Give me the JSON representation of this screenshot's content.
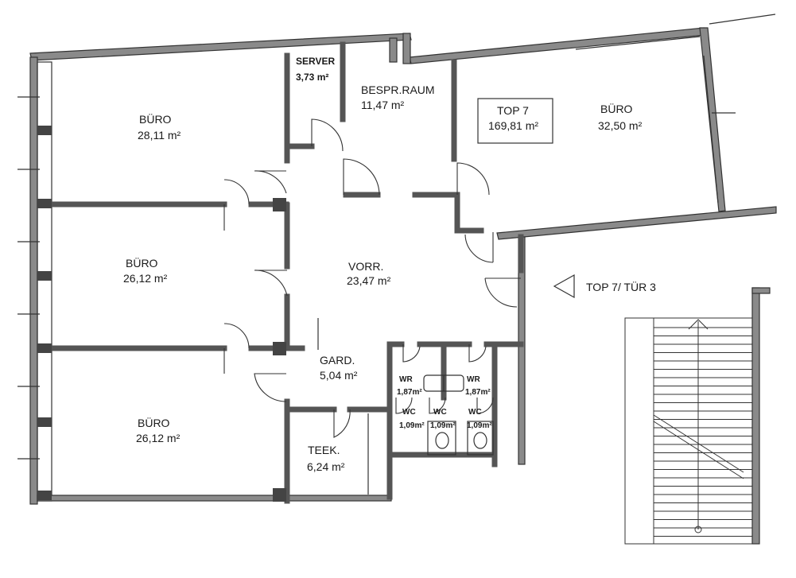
{
  "rooms": {
    "server": {
      "name": "SERVER",
      "area": "3,73 m²"
    },
    "bespr": {
      "name": "BESPR.RAUM",
      "area": "11,47 m²"
    },
    "top7box": {
      "name": "TOP 7",
      "area": "169,81 m²"
    },
    "buero_ne": {
      "name": "BÜRO",
      "area": "32,50 m²"
    },
    "buero_nw": {
      "name": "BÜRO",
      "area": "28,11 m²"
    },
    "buero_w": {
      "name": "BÜRO",
      "area": "26,12 m²"
    },
    "buero_sw": {
      "name": "BÜRO",
      "area": "26,12 m²"
    },
    "vorr": {
      "name": "VORR.",
      "area": "23,47 m²"
    },
    "gard": {
      "name": "GARD.",
      "area": "5,04 m²"
    },
    "teek": {
      "name": "TEEK.",
      "area": "6,24 m²"
    },
    "wr_left": {
      "name": "WR",
      "area": "1,87m²"
    },
    "wr_right": {
      "name": "WR",
      "area": "1,87m²"
    },
    "wc_left": {
      "name": "WC",
      "area": "1,09m²"
    },
    "wc_mid": {
      "name": "WC",
      "area": "1,09m²"
    },
    "wc_right": {
      "name": "WC",
      "area": "1,09m²"
    }
  },
  "entrance": {
    "label": "TOP 7/ TÜR 3"
  },
  "colors": {
    "wall_fill": "#8a8a8a",
    "line": "#333333",
    "background": "#ffffff"
  }
}
